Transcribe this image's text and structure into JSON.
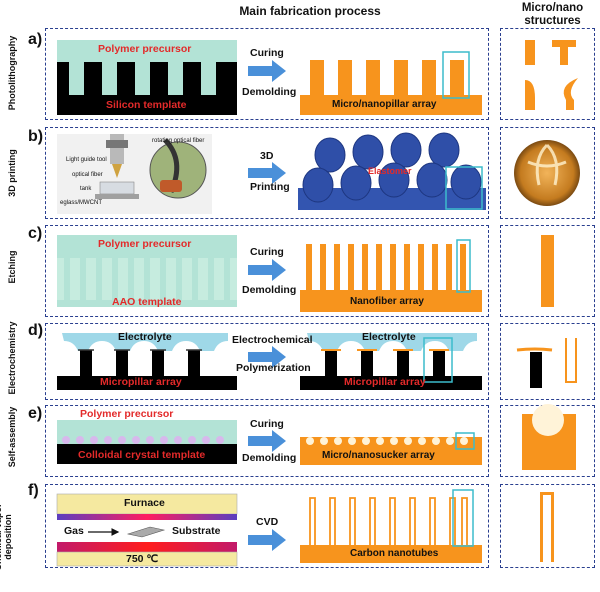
{
  "headers": {
    "main": "Main fabrication process",
    "structures": "Micro/nano structures"
  },
  "rows": [
    {
      "letter": "a)",
      "method": "Photolithography",
      "template_top": "Polymer precursor",
      "template_bottom": "Silicon template",
      "step1": "Curing",
      "step2": "Demolding",
      "result": "Micro/nanopillar array"
    },
    {
      "letter": "b)",
      "method": "3D printing",
      "step1": "3D",
      "step2": "Printing",
      "result": "Elastomer",
      "labels": [
        "rotating optical fiber",
        "Light guide tool",
        "optical fiber",
        "tank",
        "eglass/MWCNT"
      ]
    },
    {
      "letter": "c)",
      "method": "Etching",
      "template_top": "Polymer precursor",
      "template_bottom": "AAO template",
      "step1": "Curing",
      "step2": "Demolding",
      "result": "Nanofiber array"
    },
    {
      "letter": "d)",
      "method": "Electrochemistry",
      "template_top": "Electrolyte",
      "template_bottom": "Micropillar array",
      "step1": "Electrochemical",
      "step2": "Polymerization",
      "result_top": "Electrolyte",
      "result": "Micropillar array"
    },
    {
      "letter": "e)",
      "method": "Self-assembly",
      "template_top": "Polymer precursor",
      "template_bottom": "Colloidal crystal  template",
      "step1": "Curing",
      "step2": "Demolding",
      "result": "Micro/nanosucker array"
    },
    {
      "letter": "f)",
      "method": "Chemical vapor deposition",
      "template_top": "Furnace",
      "gas": "Gas",
      "substrate": "Substrate",
      "temp": "750 ℃",
      "step1": "CVD",
      "result": "Carbon nanotubes"
    }
  ],
  "colors": {
    "orange": "#f7941d",
    "mint": "#b3e3d6",
    "black": "#000000",
    "blue_arrow": "#4a90d9",
    "cyan_box": "#3cbccc",
    "dash": "#2a3f8f",
    "red_text": "#e32a2a",
    "furnace_yellow": "#f5e9a0",
    "electrolyte": "#9fd8e8"
  }
}
